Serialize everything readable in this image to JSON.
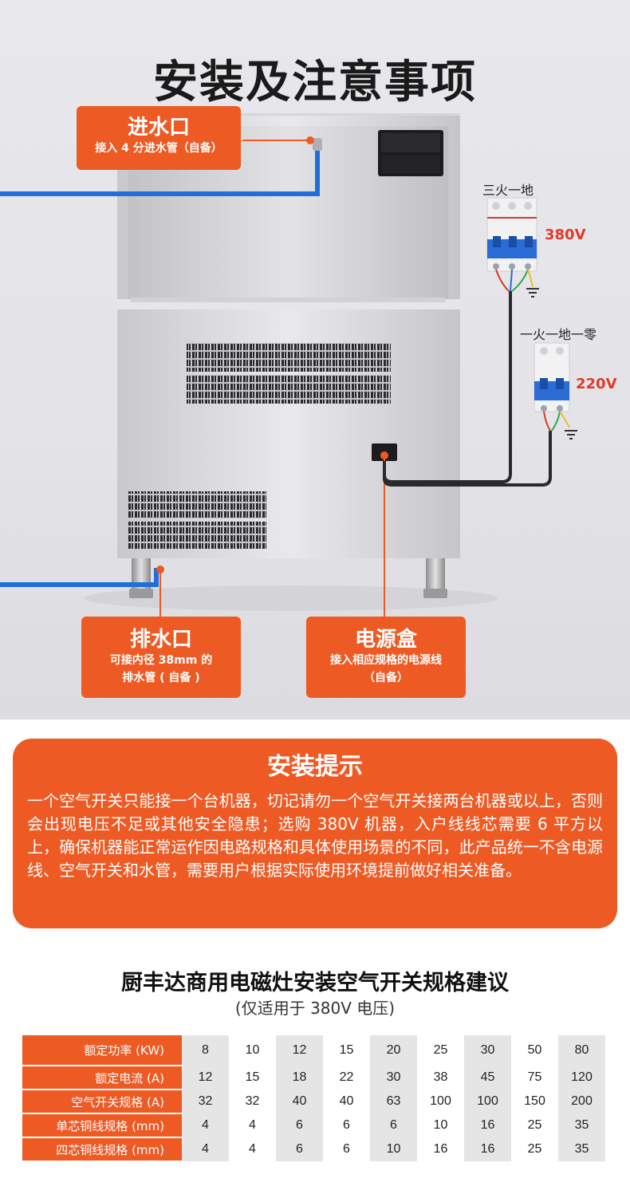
{
  "title": "安装及注意事项",
  "callouts": {
    "inlet": {
      "title": "进水口",
      "sub": "接入 4 分进水管（自备）"
    },
    "drain": {
      "title": "排水口",
      "sub1": "可接内径 38mm 的",
      "sub2": "排水管 ( 自备 )"
    },
    "power": {
      "title": "电源盒",
      "sub1": "接入相应规格的电源线",
      "sub2": "（自备）"
    }
  },
  "breakers": {
    "three_phase_label": "三火一地",
    "three_phase_voltage": "380V",
    "single_phase_label": "一火一地一零",
    "single_phase_voltage": "220V"
  },
  "tips": {
    "title": "安装提示",
    "text": "一个空气开关只能接一个台机器，切记请勿一个空气开关接两台机器或以上，否则会出现电压不足或其他安全隐患；选购 380V 机器，入户线线芯需要 6 平方以上，确保机器能正常运作因电路规格和具体使用场景的不同，此产品统一不含电源线、空气开关和水管，需要用户根据实际使用环境提前做好相关准备。"
  },
  "spec": {
    "title": "厨丰达商用电磁灶安装空气开关规格建议",
    "subtitle": "(仅适用于 380V 电压)",
    "rows": [
      {
        "label": "额定功率 (KW)",
        "values": [
          "8",
          "10",
          "12",
          "15",
          "20",
          "25",
          "30",
          "50",
          "80"
        ]
      },
      {
        "label": "额定电流 (A)",
        "values": [
          "12",
          "15",
          "18",
          "22",
          "30",
          "38",
          "45",
          "75",
          "120"
        ]
      },
      {
        "label": "空气开关规格 (A)",
        "values": [
          "32",
          "32",
          "40",
          "40",
          "63",
          "100",
          "100",
          "150",
          "200"
        ]
      },
      {
        "label": "单芯铜线规格 (mm)",
        "values": [
          "4",
          "4",
          "6",
          "6",
          "6",
          "10",
          "16",
          "25",
          "35"
        ]
      },
      {
        "label": "四芯铜线规格 (mm)",
        "values": [
          "4",
          "4",
          "6",
          "6",
          "10",
          "16",
          "16",
          "25",
          "35"
        ]
      }
    ]
  },
  "colors": {
    "accent": "#ee5a24",
    "water_pipe": "#1e6fd9",
    "voltage": "#e03a2a"
  }
}
